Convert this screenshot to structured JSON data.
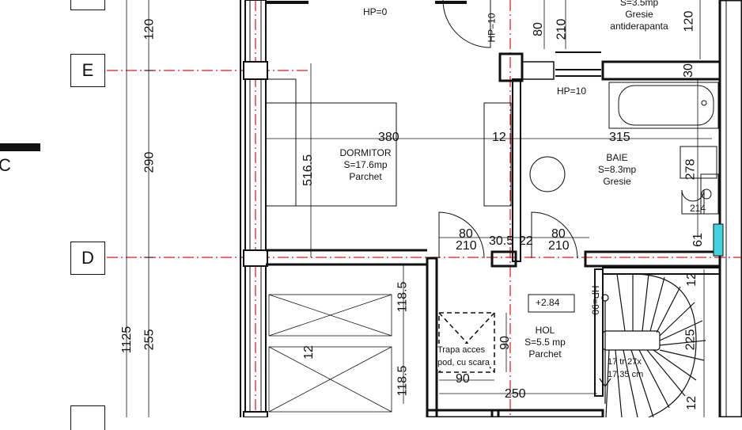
{
  "grid_labels": {
    "e": "E",
    "d": "D",
    "c": "C"
  },
  "rooms": {
    "dormitor": {
      "name": "DORMITOR",
      "area": "S=17.6mp",
      "finish": "Parchet"
    },
    "baie": {
      "name": "BAIE",
      "area": "S=8.3mp",
      "finish": "Gresie"
    },
    "hol": {
      "name": "HOL",
      "area": "S=5.5 mp",
      "finish": "Parchet"
    },
    "top_room": {
      "area": "S=3.5mp",
      "finish": "Gresie",
      "finish2": "antiderapanta"
    }
  },
  "notes": {
    "hp0": "HP=0",
    "hp10_a": "HP=10",
    "hp10_b": "HP=10",
    "hp90": "HP=90",
    "level": "+2.84",
    "trapa1": "Trapa acces",
    "trapa2": "pod, cu scara",
    "stairs1": "17 tr 27x",
    "stairs2": "17,35 cm"
  },
  "dimensions": {
    "d120_left": "120",
    "d290": "290",
    "d1125": "1125",
    "d255": "255",
    "d380": "380",
    "d12_a": "12",
    "d315": "315",
    "d516_5": "516.5",
    "d80_a": "80",
    "d210_a": "210",
    "d30_5": "30.5",
    "d22": "22",
    "d80_b": "80",
    "d210_b": "210",
    "d118_5_a": "118.5",
    "d118_5_b": "118.5",
    "d12_b": "12",
    "d90_h": "90",
    "d90_v": "90",
    "d250": "250",
    "d80_top": "80",
    "d210_top": "210",
    "d120_right": "120",
    "d30_right": "30",
    "d278": "278",
    "d214": "214",
    "d61": "61",
    "d12_right": "12",
    "d225": "225",
    "d12_bottom": "12"
  },
  "colors": {
    "wall": "#111111",
    "axis": "#e0151b",
    "accent_cyan": "#3fd4e0"
  }
}
